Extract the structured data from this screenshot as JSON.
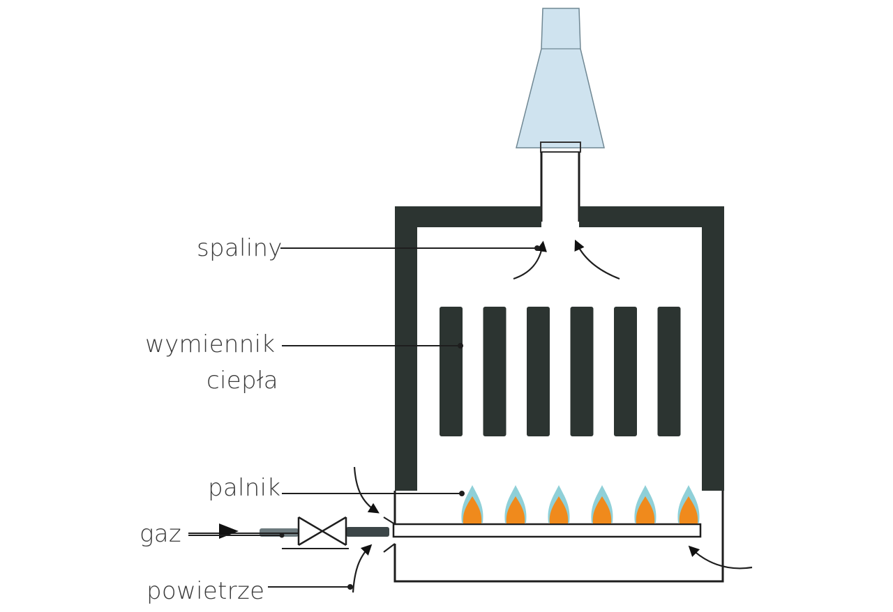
{
  "labels": {
    "spaliny": "spaliny",
    "wymiennik_line1": "wymiennik",
    "wymiennik_line2": "ciepła",
    "palnik": "palnik",
    "gaz": "gaz",
    "powietrze": "powietrze"
  },
  "colors": {
    "wall": "#2c3431",
    "chimney": "#cfe3ef",
    "flame_outer": "#8fd0d8",
    "flame_inner": "#f08a1c",
    "ink": "#1e1e1e"
  },
  "heat_exchanger_fins": 6,
  "burner_flames": 6
}
